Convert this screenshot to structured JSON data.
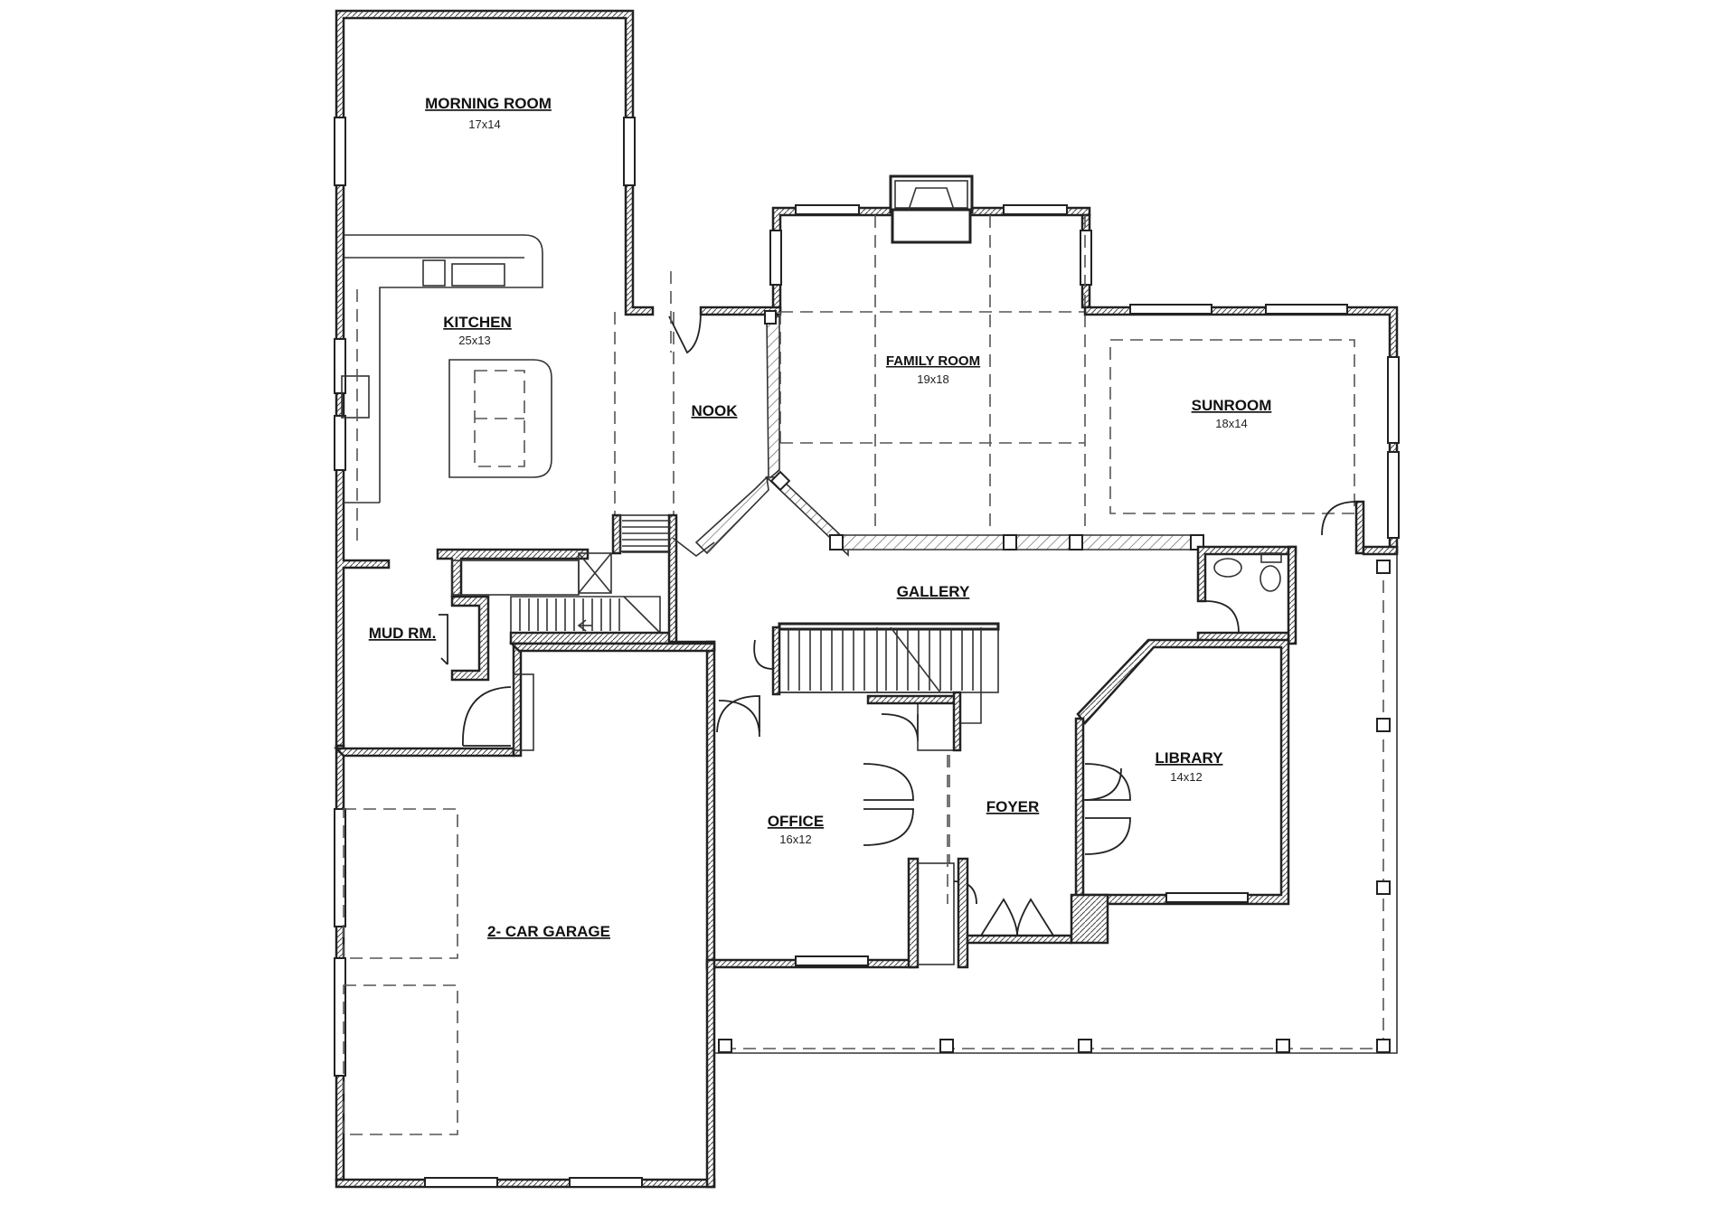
{
  "rooms": [
    {
      "name": "MORNING ROOM",
      "dims": "17x14"
    },
    {
      "name": "KITCHEN",
      "dims": "25x13"
    },
    {
      "name": "NOOK",
      "dims": ""
    },
    {
      "name": "FAMILY ROOM",
      "dims": "19x18"
    },
    {
      "name": "SUNROOM",
      "dims": "18x14"
    },
    {
      "name": "GALLERY",
      "dims": ""
    },
    {
      "name": "MUD RM.",
      "dims": ""
    },
    {
      "name": "OFFICE",
      "dims": "16x12"
    },
    {
      "name": "FOYER",
      "dims": ""
    },
    {
      "name": "LIBRARY",
      "dims": "14x12"
    },
    {
      "name": "2- CAR GARAGE",
      "dims": ""
    }
  ],
  "colors": {
    "line": "#222222",
    "background": "#ffffff"
  }
}
